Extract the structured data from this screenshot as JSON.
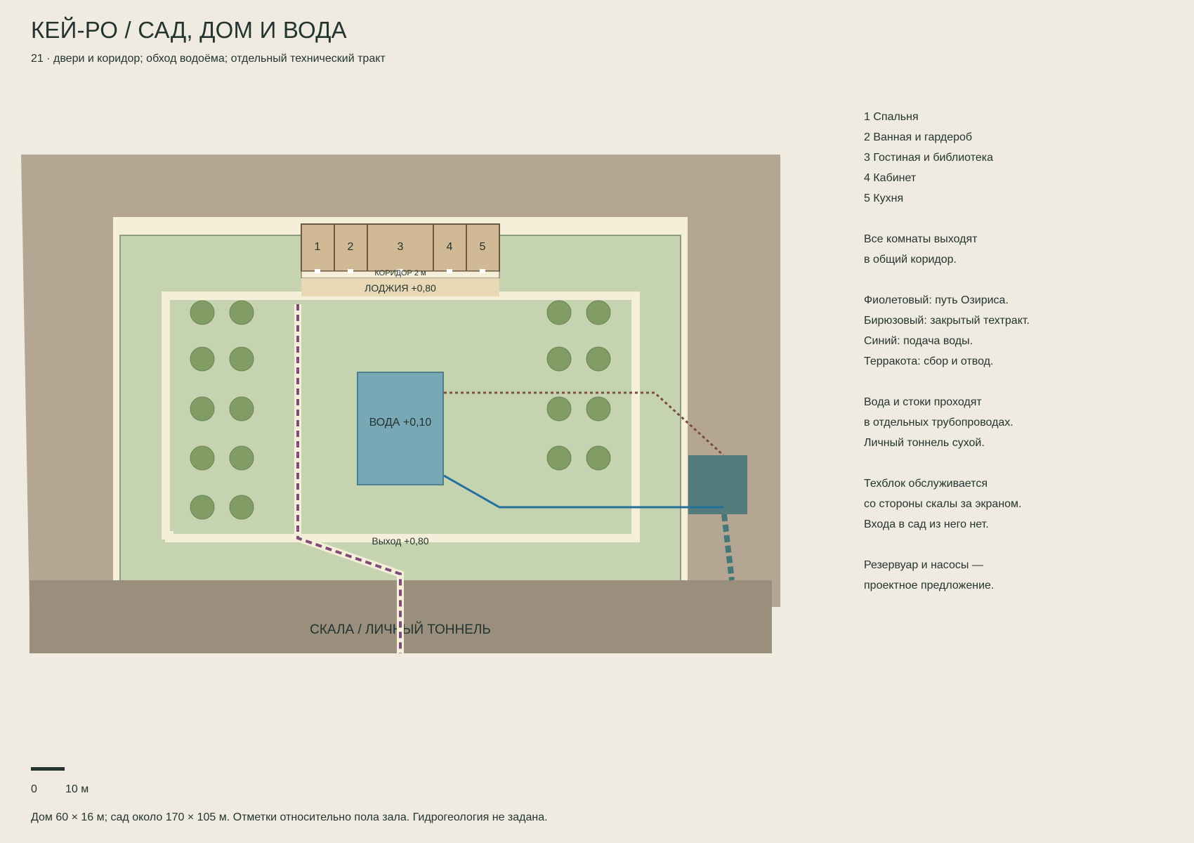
{
  "header": {
    "title": "КЕЙ-РО / САД, ДОМ И ВОДА",
    "subtitle": "21 · двери и коридор; обход водоёма; отдельный технический тракт"
  },
  "plan": {
    "rooms": [
      "1",
      "2",
      "3",
      "4",
      "5"
    ],
    "corridor_label": "КОРИДОР 2 м",
    "loggia_label": "ЛОДЖИЯ +0,80",
    "water_label": "ВОДА +0,10",
    "exit_label": "Выход +0,80",
    "rock_label": "СКАЛА / ЛИЧНЫЙ ТОННЕЛЬ"
  },
  "legend": {
    "groups": [
      [
        "1 Спальня",
        "2 Ванная и гардероб",
        "3 Гостиная и библиотека",
        "4 Кабинет",
        "5 Кухня"
      ],
      [
        "Все комнаты выходят",
        "в общий коридор."
      ],
      [
        "Фиолетовый: путь Озириса.",
        "Бирюзовый: закрытый техтракт.",
        "Синий: подача воды.",
        "Терракота: сбор и отвод."
      ],
      [
        "Вода и стоки проходят",
        "в отдельных трубопроводах.",
        "Личный тоннель сухой."
      ],
      [
        "Техблок обслуживается",
        "со стороны скалы за экраном.",
        "Входа в сад из него нет."
      ],
      [
        "Резервуар и насосы —",
        "проектное предложение."
      ]
    ]
  },
  "scale": {
    "zero": "0",
    "ten": "10 м"
  },
  "footnote": "Дом 60 × 16 м; сад около 170 × 105 м. Отметки относительно пола зала. Гидрогеология не задана.",
  "colors": {
    "background": "#efebe0",
    "terrain": "#b4a692",
    "rock": "#9a8f7d",
    "garden": "#c6d3b0",
    "path_frame": "#f5eed8",
    "house": "#d0b994",
    "loggia": "#e8d8b5",
    "water": "#78a8b5",
    "tree": "#819c65",
    "tech_block": "#557c7c",
    "osiris_path": "#7e4c78",
    "tech_tract": "#467778",
    "water_supply": "#23709b",
    "drainage": "#7a4b42"
  }
}
